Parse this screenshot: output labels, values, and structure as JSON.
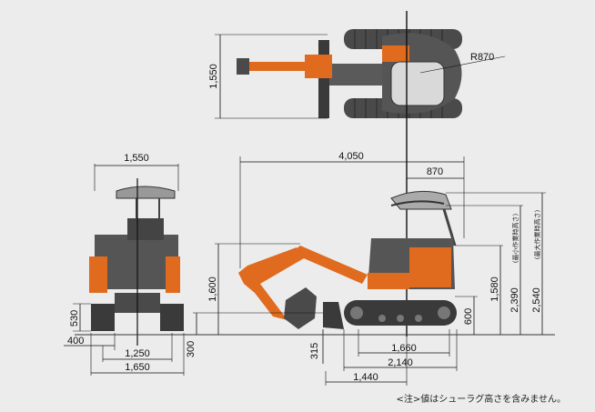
{
  "dimensions": {
    "top_width": "1,550",
    "swing_radius": "R870",
    "front_width": "1,550",
    "overall_length": "4,050",
    "rear_overhang": "870",
    "min_height_value": "2,390",
    "min_height_note": "(最小作業時高さ)",
    "max_height_value": "2,540",
    "max_height_note": "(最大作業時高さ)",
    "cab_height": "1,580",
    "boom_height": "1,600",
    "counterweight_clearance": "600",
    "track_height": "530",
    "shoe_width": "400",
    "track_gauge": "1,250",
    "overall_track_width": "1,650",
    "blade_height": "300",
    "ground_clearance": "315",
    "tumbler_distance": "1,660",
    "crawler_length": "2,140",
    "blade_distance": "1,440"
  },
  "note": "<注>値はシューラグ高さを含みません。",
  "colors": {
    "accent": "#e06a1e",
    "body": "#555555",
    "track": "#3a3a3a",
    "background": "#ececec"
  }
}
